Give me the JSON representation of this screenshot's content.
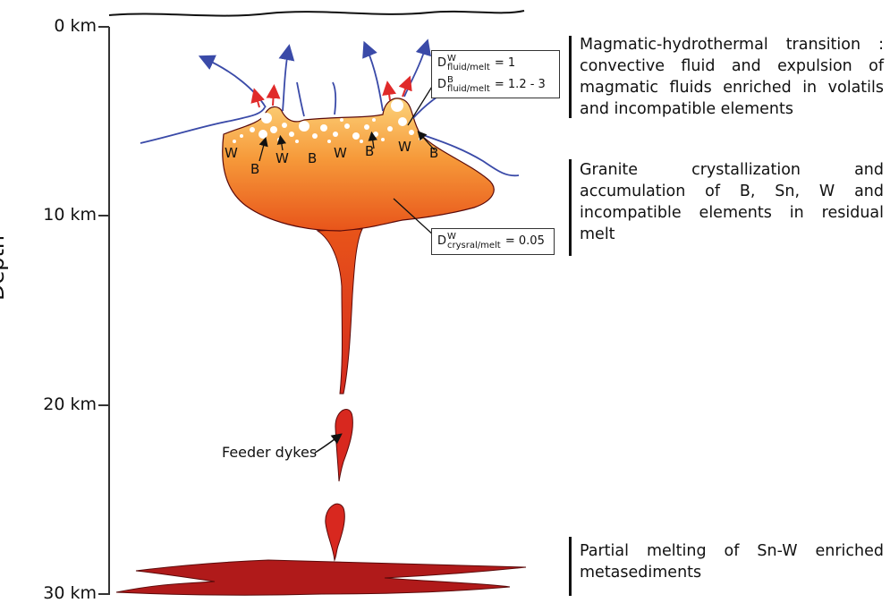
{
  "axis": {
    "title": "Depth",
    "ticks": [
      {
        "label": "0 km",
        "depth_km": 0
      },
      {
        "label": "10 km",
        "depth_km": 10
      },
      {
        "label": "20 km",
        "depth_km": 20
      },
      {
        "label": "30 km",
        "depth_km": 30
      }
    ]
  },
  "notes": {
    "transition": "Magmatic-hydrothermal transition : convective fluid and expulsion of magmatic fluids enriched in volatils and incompatible elements",
    "crystallization": "Granite crystallization and accumulation of B, Sn, W and incompatible elements in residual melt",
    "melting": "Partial melting of Sn-W enriched metasediments"
  },
  "partition_box_top": {
    "row1": {
      "symbol": "D",
      "sup": "W",
      "sub": "fluid/melt",
      "value": "= 1"
    },
    "row2": {
      "symbol": "D",
      "sup": "B",
      "sub": "fluid/melt",
      "value": "= 1.2 - 3"
    }
  },
  "partition_box_bottom": {
    "row1": {
      "symbol": "D",
      "sup": "W",
      "sub": "crysral/melt",
      "value": "= 0.05"
    }
  },
  "element_labels": [
    "W",
    "B",
    "W",
    "B",
    "W",
    "B",
    "W",
    "B"
  ],
  "feeder_label": "Feeder dykes",
  "colors": {
    "pluton_top": "#fbc56a",
    "pluton_bottom": "#e8541a",
    "dyke": "#d8281f",
    "source": "#b01a1a",
    "fluid_arrow": "#3a4aa8",
    "expulsion_arrow": "#e02a2a"
  }
}
